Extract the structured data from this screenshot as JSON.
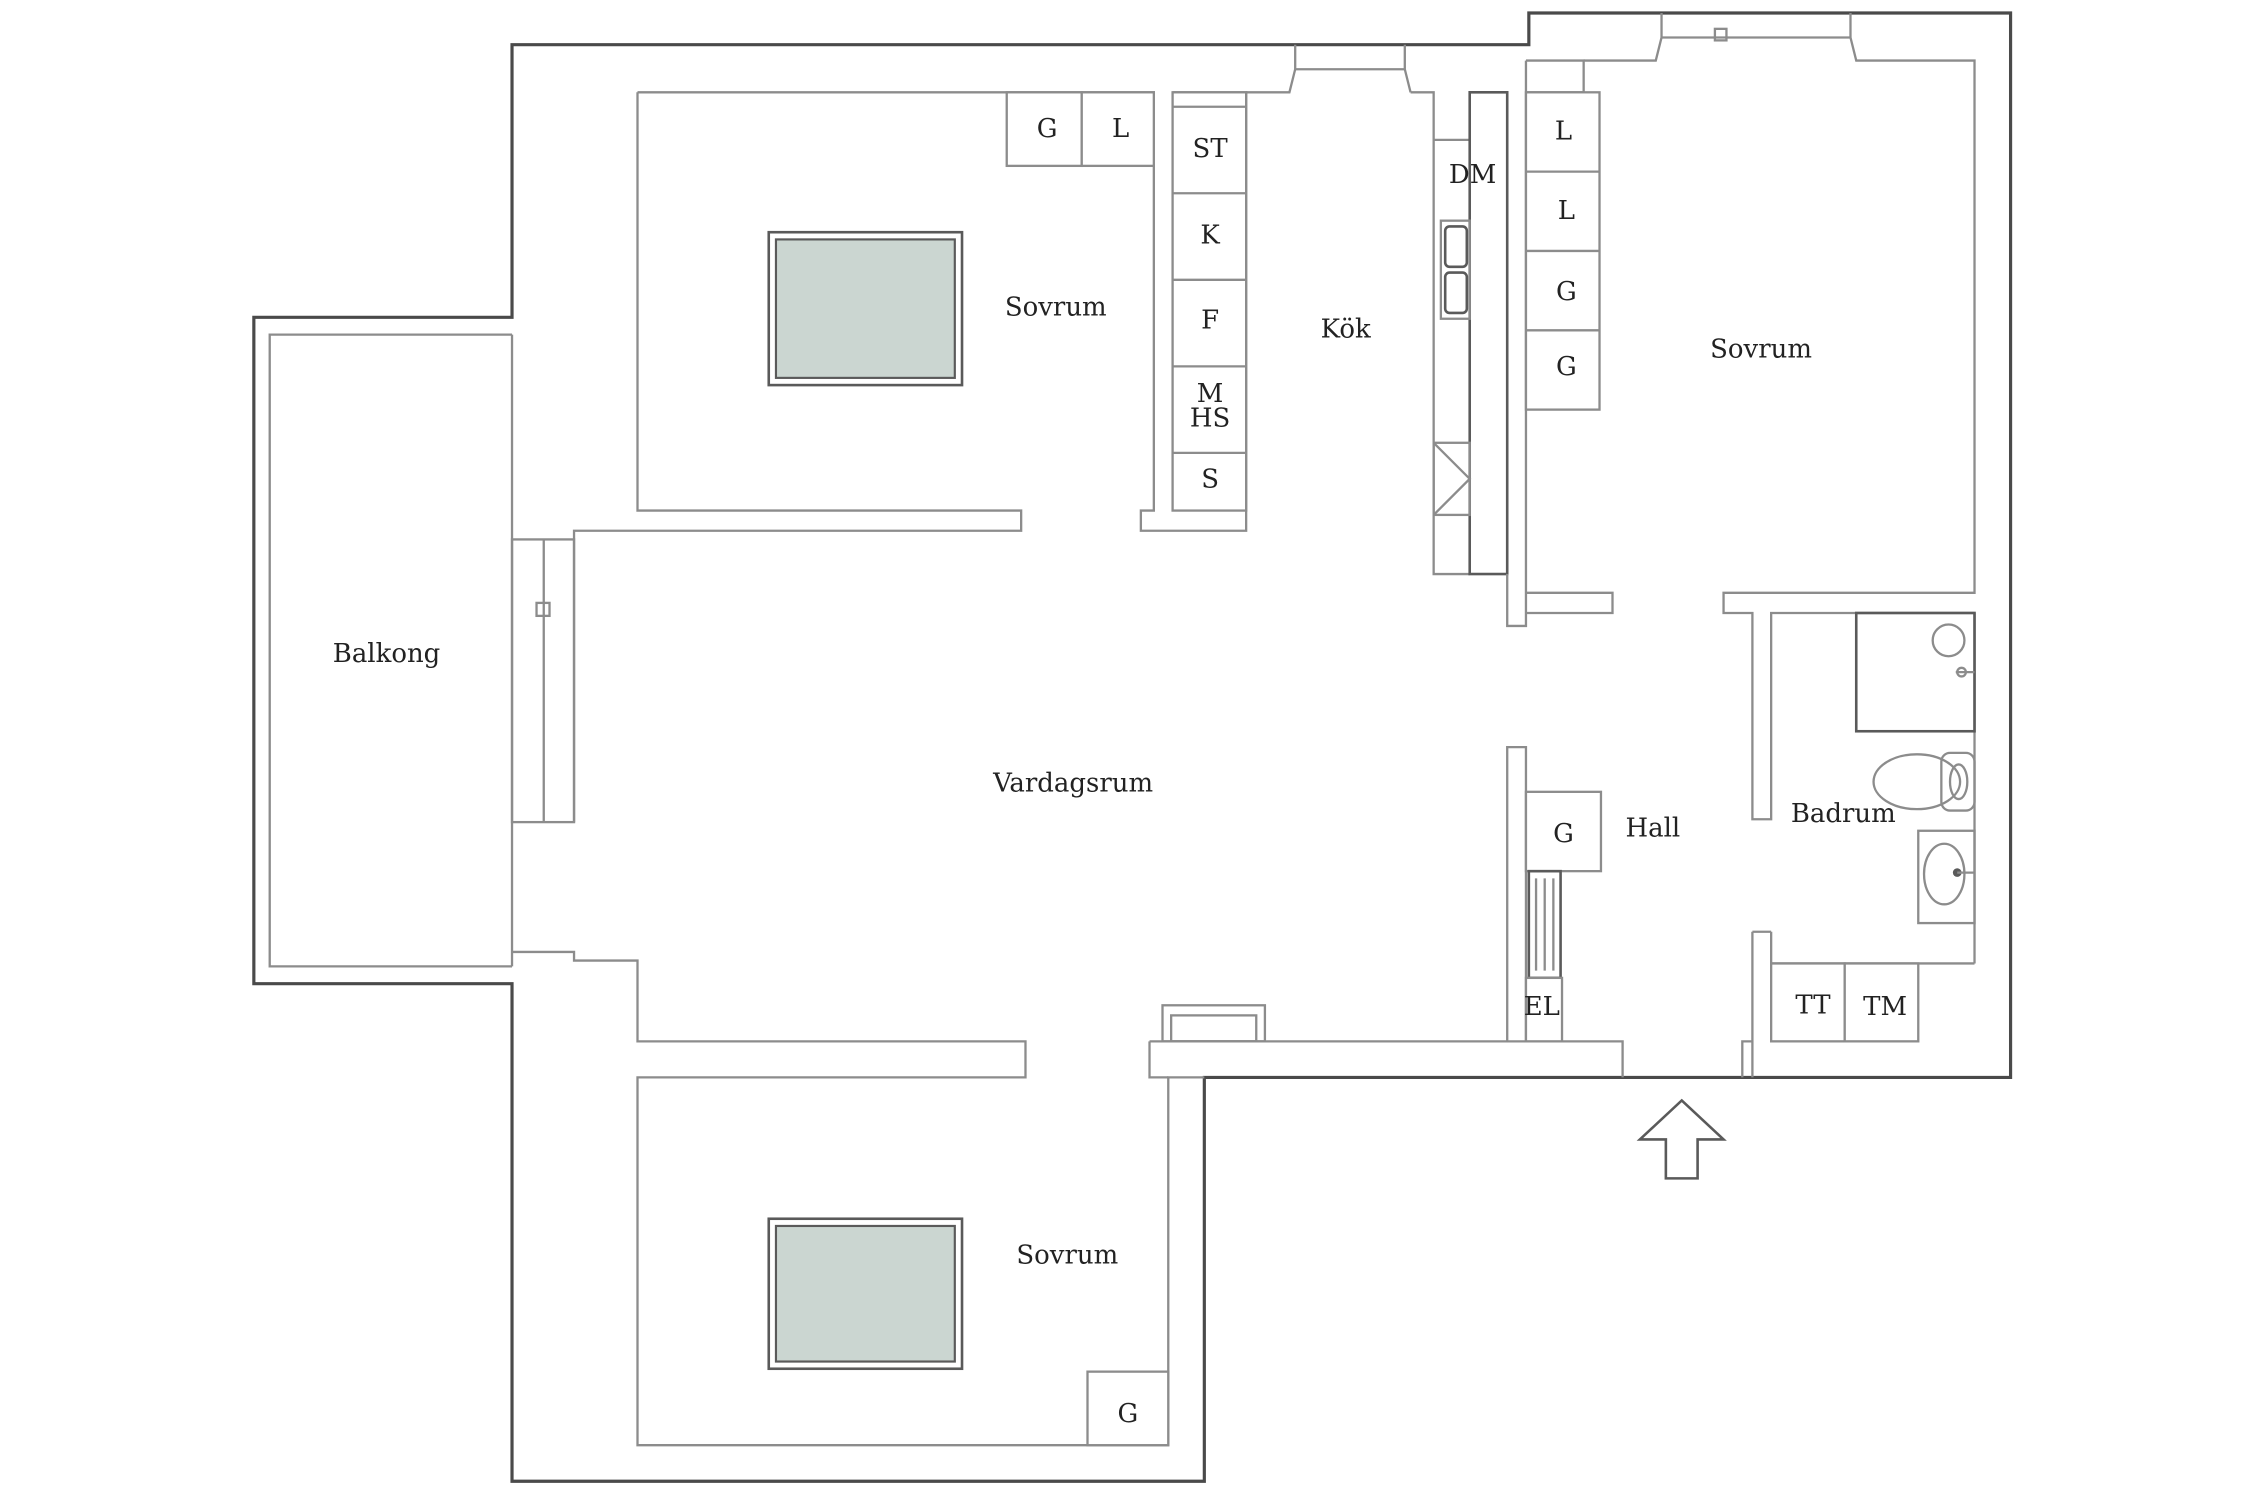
{
  "rooms": {
    "balkong": "Balkong",
    "vardagsrum": "Vardagsrum",
    "sovrum_top": "Sovrum",
    "kok": "Kök",
    "sovrum_right": "Sovrum",
    "sovrum_bottom": "Sovrum",
    "hall": "Hall",
    "badrum": "Badrum"
  },
  "fixtures": {
    "closet_g_top": "G",
    "closet_l_top": "L",
    "kitchen_st": "ST",
    "kitchen_k": "K",
    "kitchen_f": "F",
    "kitchen_m": "M",
    "kitchen_hs": "HS",
    "kitchen_s": "S",
    "kitchen_dm": "DM",
    "right_l1": "L",
    "right_l2": "L",
    "right_g1": "G",
    "right_g2": "G",
    "hall_g": "G",
    "hall_el": "EL",
    "bath_tt": "TT",
    "bath_tm": "TM",
    "bottom_g": "G"
  },
  "colors": {
    "bed_fill": "#cbd6d1",
    "wall": "#4a4a4a",
    "line": "#8c8c8c"
  },
  "icons": {
    "entrance": "entrance-arrow-icon",
    "bed": "bed-icon",
    "shower": "shower-icon",
    "toilet": "toilet-icon",
    "sink": "sink-icon",
    "radiator": "radiator-icon"
  }
}
